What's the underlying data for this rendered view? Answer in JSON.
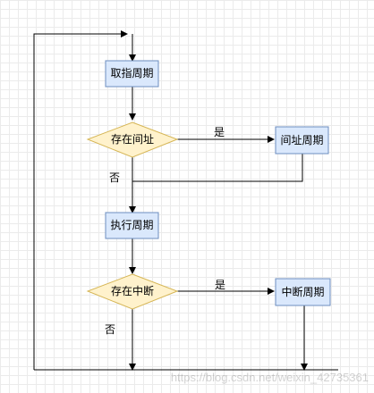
{
  "colors": {
    "process_fill": "#dae8fc",
    "process_stroke": "#6c8ebf",
    "decision_fill": "#fff2cc",
    "decision_stroke": "#d6b656",
    "line": "#000000"
  },
  "nodes": {
    "fetch": "取指周期",
    "indirect_check": "存在间址",
    "indirect": "间址周期",
    "execute": "执行周期",
    "interrupt_check": "存在中断",
    "interrupt": "中断周期"
  },
  "edge_labels": {
    "indirect_yes": "是",
    "indirect_no": "否",
    "interrupt_yes": "是",
    "interrupt_no": "否"
  },
  "watermark": "https://blog.csdn.net/weixin_42735361"
}
